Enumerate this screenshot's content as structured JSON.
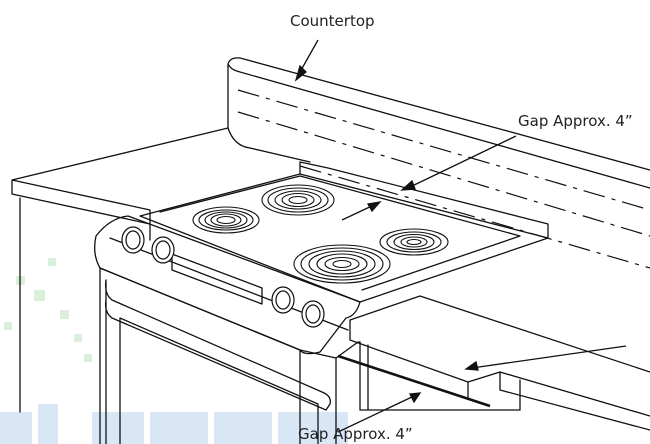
{
  "diagram": {
    "labels": {
      "countertop": "Countertop",
      "gap_top": "Gap Approx. 4”",
      "gap_bottom": "Gap Approx. 4”"
    },
    "colors": {
      "line": "#111111",
      "watermark_blue": "#9fc0e6",
      "watermark_green": "#a9dca9"
    }
  }
}
